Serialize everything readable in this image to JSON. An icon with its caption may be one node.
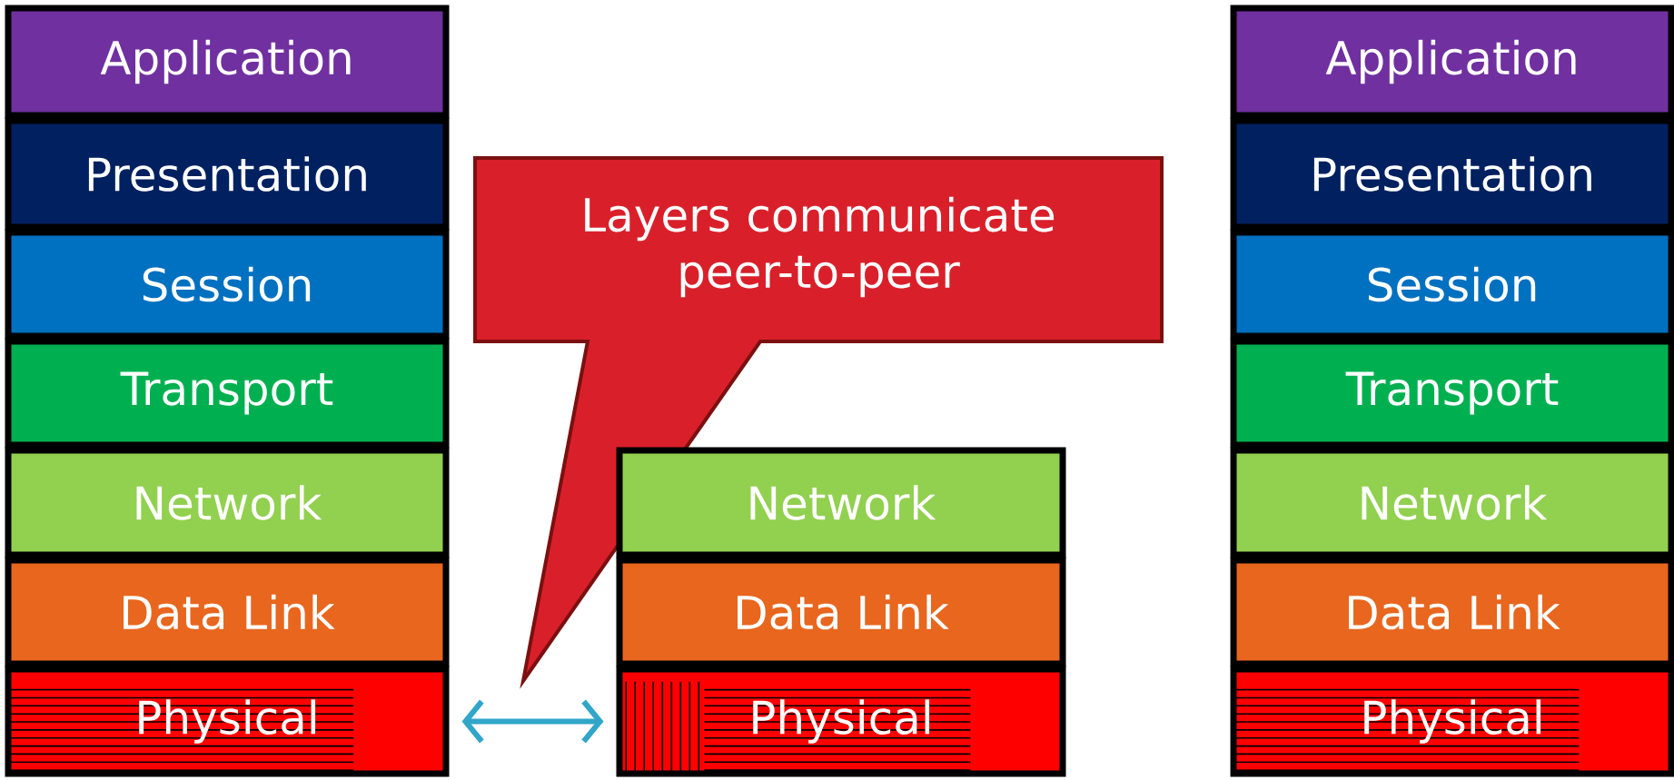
{
  "diagram": {
    "nodes": [
      {
        "text": [
          "Application"
        ]
      },
      {
        "text": [
          "Presentation"
        ]
      },
      {
        "text": [
          "Session"
        ]
      },
      {
        "text": [
          "Transport"
        ]
      },
      {
        "text": [
          "Network"
        ]
      },
      {
        "text": [
          "Data Link"
        ]
      },
      {
        "text": [
          "Physical"
        ]
      },
      {
        "text": [
          "Layers communicate peer-to-peer"
        ]
      },
      {
        "text": [
          "Network"
        ]
      },
      {
        "text": [
          "Data Link"
        ]
      },
      {
        "text": [
          "Physical"
        ]
      },
      {
        "text": [
          "Application"
        ]
      },
      {
        "text": [
          "Presentation"
        ]
      },
      {
        "text": [
          "Session"
        ]
      },
      {
        "text": [
          "Transport"
        ]
      },
      {
        "text": [
          "Network"
        ]
      },
      {
        "text": [
          "Data Link"
        ]
      },
      {
        "text": [
          "Physical"
        ]
      }
    ],
    "edges": [
      {
        "from": 6,
        "to": 10,
        "arrow": "both",
        "color": "#31a6c8"
      }
    ]
  }
}
